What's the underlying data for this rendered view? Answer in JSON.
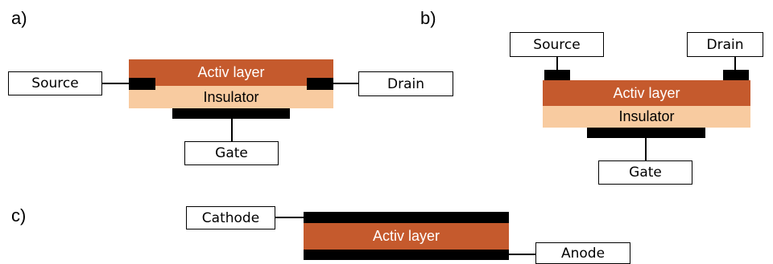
{
  "panels": {
    "a": {
      "label": "a)",
      "source": "Source",
      "drain": "Drain",
      "gate": "Gate",
      "active_layer": "Activ layer",
      "insulator": "Insulator"
    },
    "b": {
      "label": "b)",
      "source": "Source",
      "drain": "Drain",
      "gate": "Gate",
      "active_layer": "Activ layer",
      "insulator": "Insulator"
    },
    "c": {
      "label": "c)",
      "cathode": "Cathode",
      "anode": "Anode",
      "active_layer": "Activ layer"
    }
  },
  "colors": {
    "active_layer": "#c55a2d",
    "insulator": "#f8cba0",
    "electrode": "#000000"
  }
}
